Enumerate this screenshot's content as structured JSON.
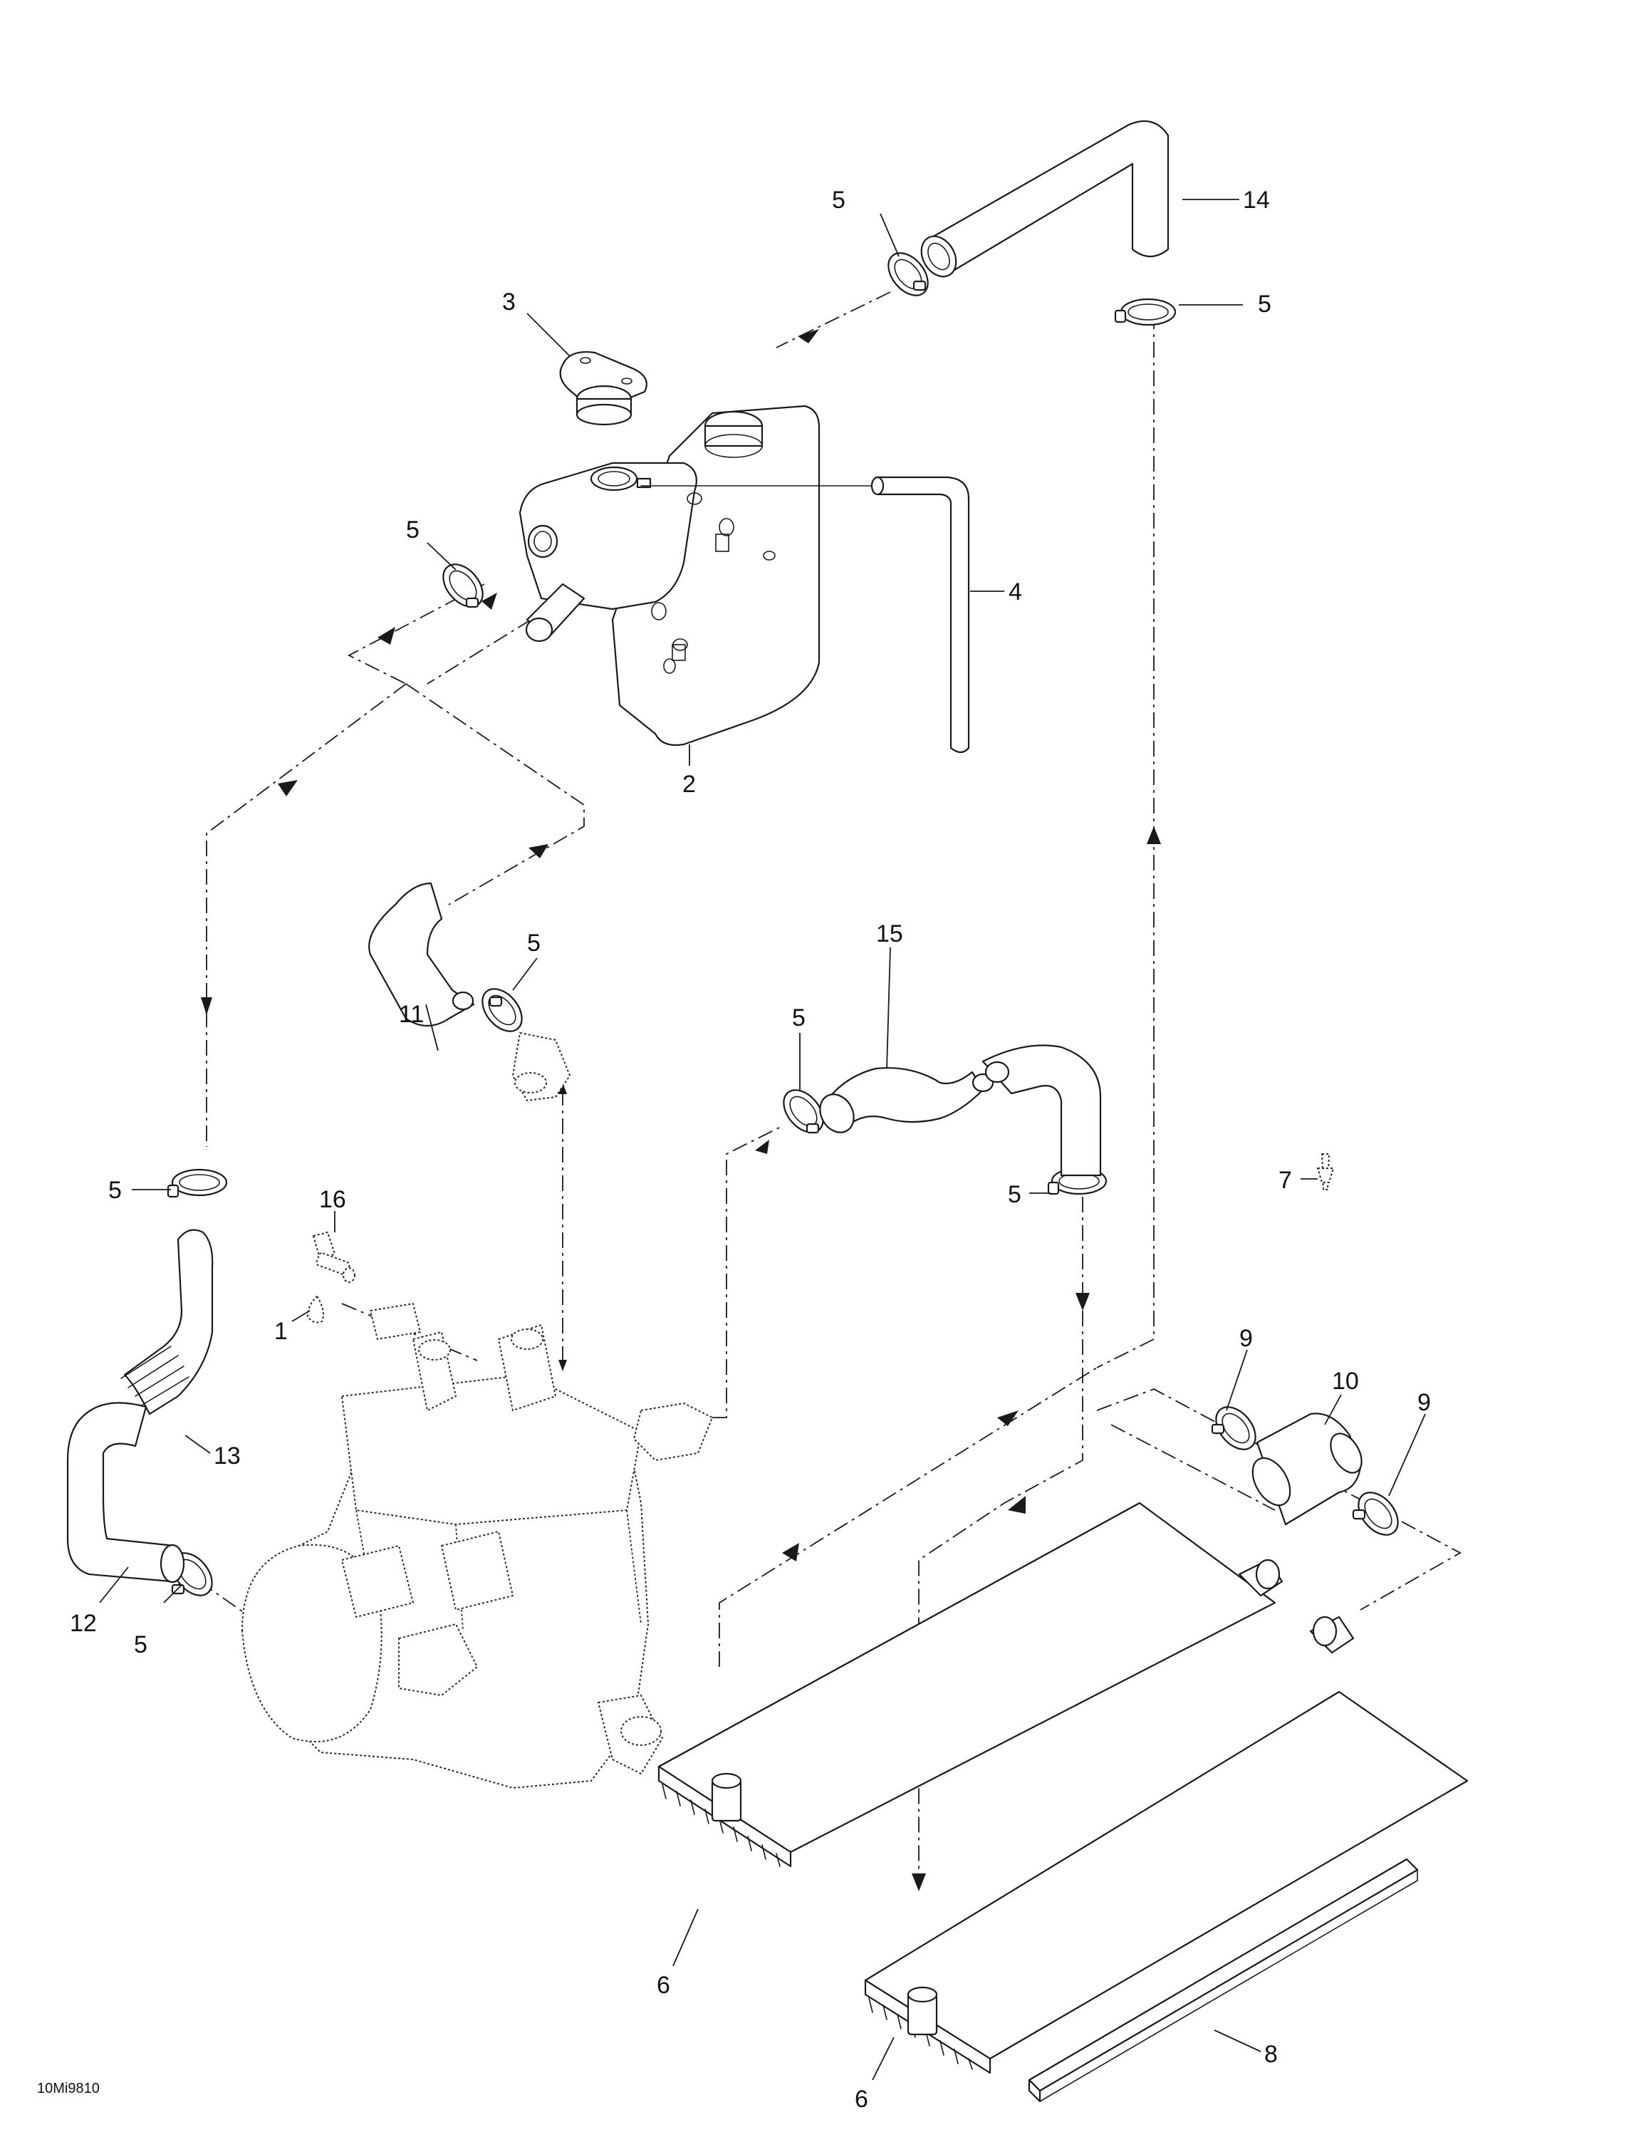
{
  "drawing_code": "10Mi9810",
  "callouts": {
    "c1": "1",
    "c2": "2",
    "c3": "3",
    "c4": "4",
    "c5": "5",
    "c6": "6",
    "c7": "7",
    "c8": "8",
    "c9": "9",
    "c10": "10",
    "c11": "11",
    "c12": "12",
    "c13": "13",
    "c14": "14",
    "c15": "15",
    "c16": "16"
  }
}
